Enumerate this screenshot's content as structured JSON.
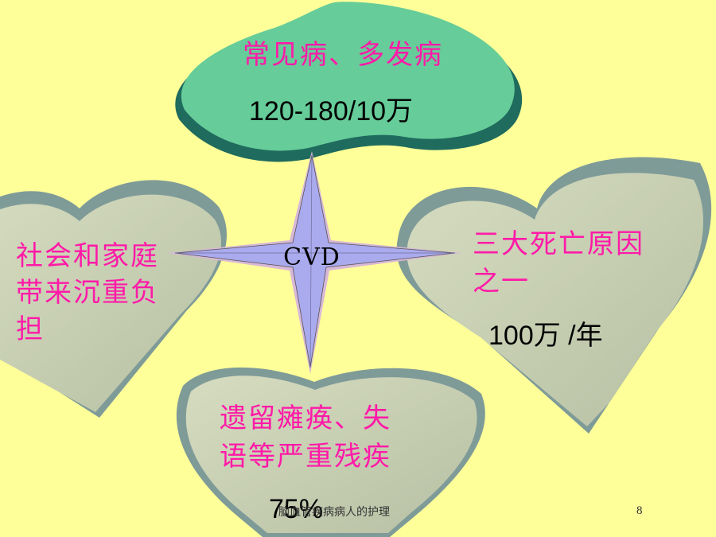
{
  "slide": {
    "top": {
      "title": "常见病、多发病",
      "stat": "120-180/10万"
    },
    "left": {
      "lines": [
        "社会和家庭",
        "带来沉重负",
        "担"
      ]
    },
    "right": {
      "lines": [
        "三大死亡原因",
        "之一"
      ],
      "stat": "100万 /年"
    },
    "bottom": {
      "lines": [
        "遗留瘫痪、失",
        "语等严重残疾"
      ],
      "stat": "75%"
    },
    "center": "CVD",
    "footer": "脑血管疾病病人的护理",
    "page_number": "8"
  },
  "colors": {
    "background": "#ffff99",
    "text_pink": "#ff1aa8",
    "top_heart": "#66cc99",
    "side_hearts": "#c0c8a8",
    "star": "#aaaaee"
  }
}
